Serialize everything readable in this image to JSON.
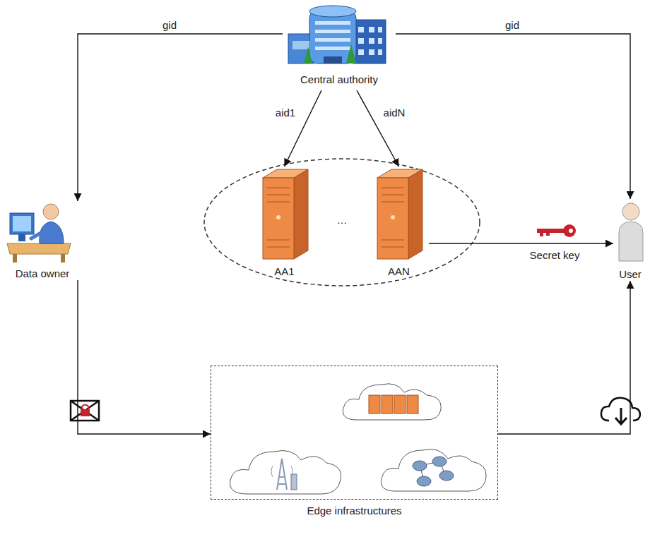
{
  "diagram": {
    "nodes": [
      {
        "text": [
          "Central authority"
        ]
      },
      {
        "text": [
          "Data owner"
        ]
      },
      {
        "text": [
          "AA1"
        ]
      },
      {
        "text": [
          "AAN"
        ]
      },
      {
        "text": [
          "User"
        ]
      },
      {
        "text": [
          "Edge infrastructures"
        ]
      }
    ],
    "edges": [
      {
        "from": 0,
        "to": 1,
        "label": "gid",
        "arrow": "to"
      },
      {
        "from": 0,
        "to": 4,
        "label": "gid",
        "arrow": "to"
      },
      {
        "from": 0,
        "to": 2,
        "label": "aid1",
        "arrow": "to"
      },
      {
        "from": 0,
        "to": 3,
        "label": "aidN",
        "arrow": "to"
      },
      {
        "from": 3,
        "to": 4,
        "label": "Secret key",
        "arrow": "to"
      },
      {
        "from": 1,
        "to": 5,
        "arrow": "to"
      },
      {
        "from": 5,
        "to": 4,
        "arrow": "to"
      }
    ],
    "labels": [
      "…"
    ]
  }
}
